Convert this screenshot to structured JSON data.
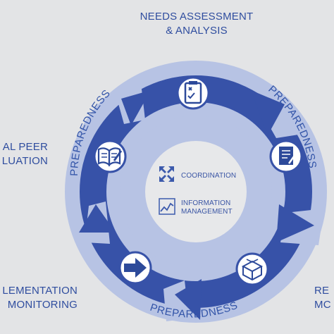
{
  "stages": {
    "needs_assessment": [
      "NEEDS ASSESSMENT",
      "& ANALYSIS"
    ],
    "peer_review": [
      "AL PEER",
      "LUATION"
    ],
    "implementation": [
      "LEMENTATION",
      "MONITORING"
    ],
    "response": [
      "RE",
      "MC"
    ]
  },
  "ring_labels": {
    "top_left": "PREPAREDNESS",
    "top_right": "PREPAREDNESS",
    "bottom": "PREPAREDNESS"
  },
  "center": {
    "coordination": "COORDINATION",
    "information_management": [
      "INFORMATION",
      "MANAGEMENT"
    ]
  },
  "colors": {
    "background": "#e3e4e6",
    "outer_ring": "#b7c3e4",
    "arrow_blue": "#3752a8",
    "center_disc": "#e7e8ea",
    "text_blue": "#2f4d9f"
  },
  "icons": [
    "checklist-icon",
    "strategic-plan-icon",
    "open-book-icon",
    "forward-arrow-icon",
    "package-icon",
    "four-arrows-icon",
    "line-chart-icon"
  ]
}
